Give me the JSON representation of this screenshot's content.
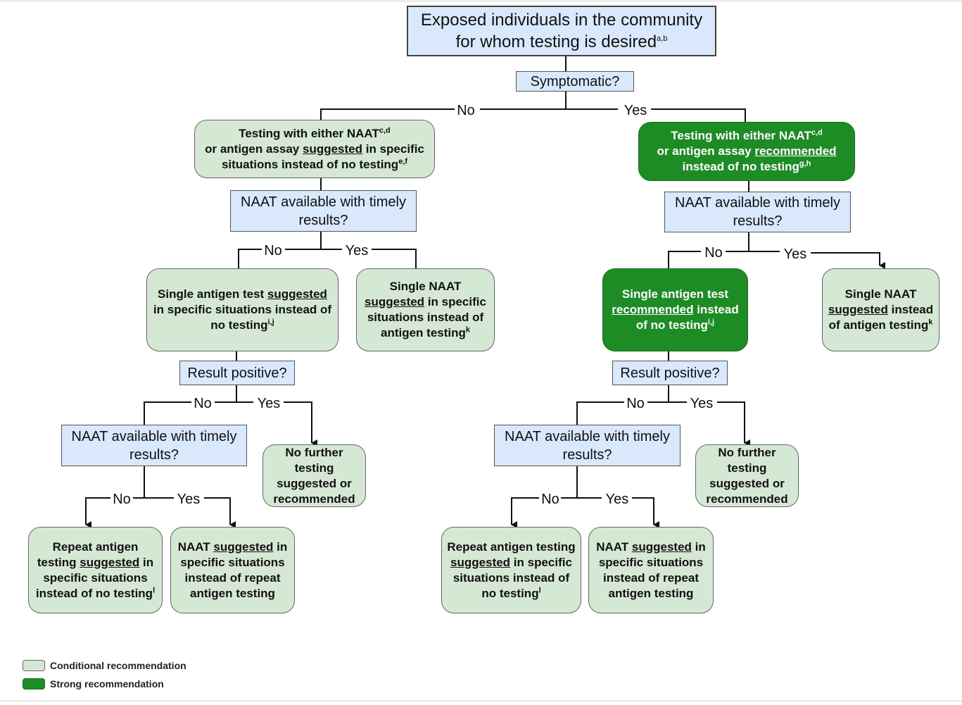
{
  "nodes": {
    "root": {
      "l1": "Exposed individuals in the community",
      "l2": "for whom testing is desired",
      "sup": "a,b"
    },
    "symptomatic": "Symptomatic?",
    "left_main": {
      "l1a": "Testing with either NAAT",
      "l1sup": "c,d",
      "l2a": "or antigen assay ",
      "l2u": "suggested",
      "l2b": " in specific",
      "l3a": "situations instead of no testing",
      "l3sup": "e,f"
    },
    "right_main": {
      "l1a": "Testing with either NAAT",
      "l1sup": "c,d",
      "l2a": "or antigen assay ",
      "l2u": "recommended",
      "l3a": "instead of no testing",
      "l3sup": "g,h"
    },
    "naat_q_left": "NAAT available with timely results?",
    "naat_q_right": "NAAT available with timely results?",
    "ll_antigen": {
      "l1a": "Single antigen test  ",
      "l1u": "suggested",
      "l2a": "in specific situations instead of",
      "l3a": "no testing",
      "l3sup": "i,j"
    },
    "lr_naat": {
      "l1a": "Single NAAT",
      "l2u": "suggested",
      "l2b": " in specific",
      "l3a": "situations instead of",
      "l4a": "antigen testing",
      "l4sup": "k"
    },
    "rl_antigen": {
      "l1a": "Single antigen test",
      "l2u": "recommended",
      "l2b": " instead",
      "l3a": "of no testing",
      "l3sup": "i,j"
    },
    "rr_naat": {
      "l1a": "Single NAAT",
      "l2u": "suggested",
      "l2b": " instead",
      "l3a": "of antigen testing",
      "l3sup": "k"
    },
    "result_q_left": "Result positive?",
    "result_q_right": "Result positive?",
    "naat_q2_left": "NAAT available with timely results?",
    "naat_q2_right": "NAAT available with timely results?",
    "nofurther_left": "No further testing suggested or recommended",
    "nofurther_right": "No further testing suggested or recommended",
    "repeat_left": {
      "l1a": "Repeat antigen",
      "l2a": "testing ",
      "l2u": "suggested",
      "l2b": " in",
      "l3a": "specific situations",
      "l4a": "instead of no testing",
      "l4sup": "l"
    },
    "naat_repeat_left": {
      "l1a": "NAAT ",
      "l1u": "suggested",
      "l1b": " in",
      "l2a": "specific situations",
      "l3a": "instead of repeat",
      "l4a": "antigen testing"
    },
    "repeat_right": {
      "l1a": "Repeat antigen testing",
      "l2u": "suggested",
      "l2b": " in specific",
      "l3a": "situations instead of",
      "l4a": "no testing",
      "l4sup": "l"
    },
    "naat_repeat_right": {
      "l1a": "NAAT ",
      "l1u": "suggested",
      "l1b": " in",
      "l2a": "specific situations",
      "l3a": "instead of repeat",
      "l4a": "antigen testing"
    }
  },
  "edge_labels": {
    "no": "No",
    "yes": "Yes"
  },
  "legend": {
    "conditional": {
      "label": "Conditional recommendation",
      "color": "#d5e8d4"
    },
    "strong": {
      "label": "Strong recommendation",
      "color": "#1e8c24"
    }
  },
  "colors": {
    "question": "#dae8fc",
    "conditional": "#d5e8d4",
    "strong": "#1e8c24"
  }
}
